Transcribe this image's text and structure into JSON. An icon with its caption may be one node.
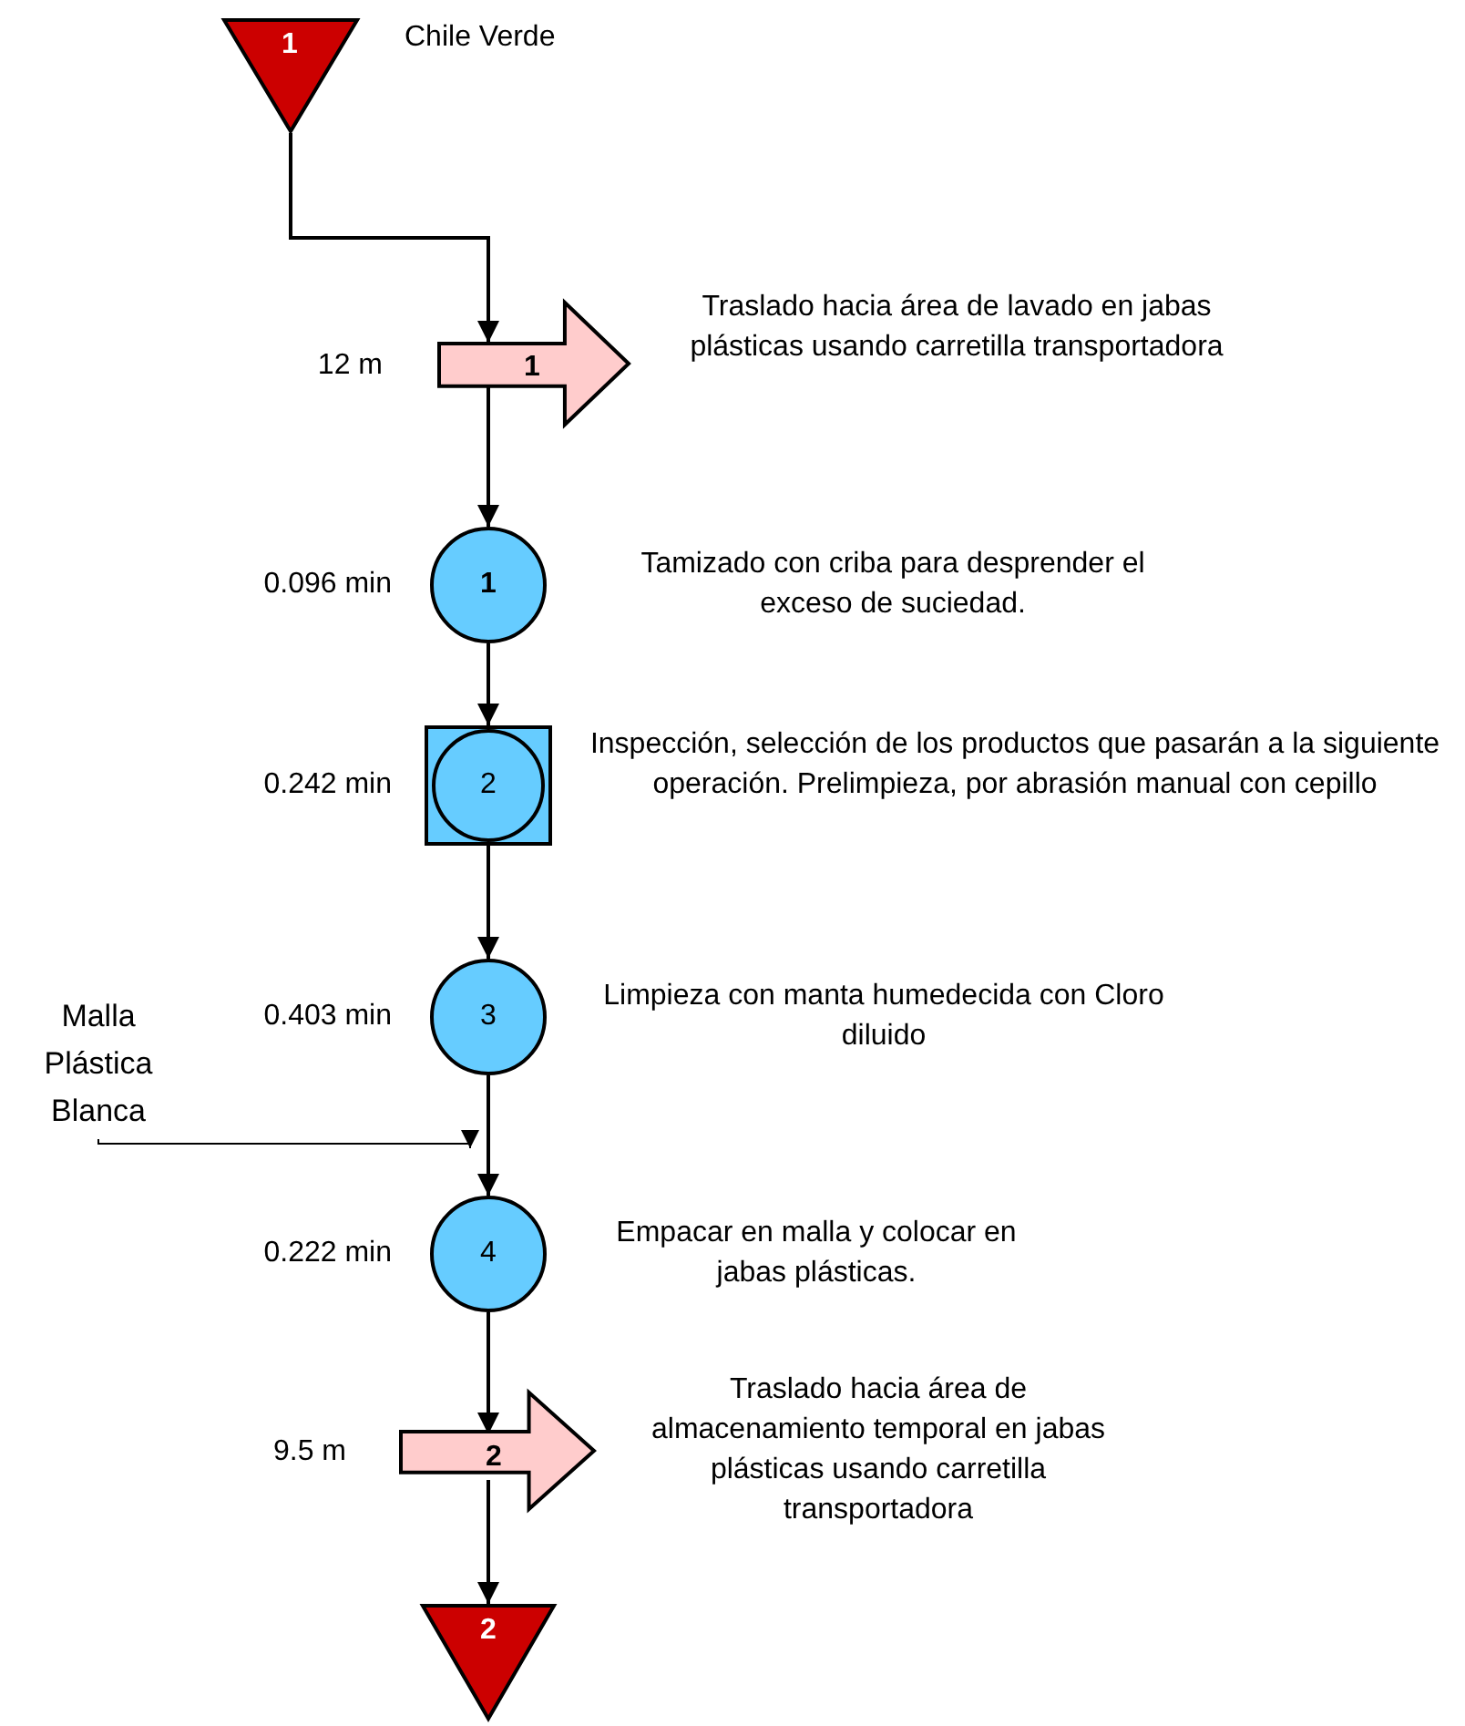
{
  "diagram": {
    "nodes": [
      {
        "text": [
          "1"
        ],
        "beside": [
          "Chile Verde"
        ]
      },
      {
        "text": [
          "1"
        ],
        "beside": [
          "12 m",
          "Traslado hacia área de lavado en jabas plásticas usando carretilla transportadora"
        ]
      },
      {
        "text": [
          "1"
        ],
        "beside": [
          "0.096 min",
          "Tamizado con criba para desprender el exceso de suciedad."
        ]
      },
      {
        "text": [
          "2"
        ],
        "beside": [
          "0.242 min",
          "Inspección, selección de los productos que pasarán a la siguiente operación. Prelimpieza, por abrasión manual con cepillo"
        ]
      },
      {
        "text": [
          "3"
        ],
        "beside": [
          "0.403 min",
          "Limpieza con manta humedecida con Cloro diluido"
        ]
      },
      {
        "text": [
          "Malla Plástica Blanca"
        ]
      },
      {
        "text": [
          "4"
        ],
        "beside": [
          "0.222 min",
          "Empacar en malla y colocar en jabas plásticas."
        ]
      },
      {
        "text": [
          "2"
        ],
        "beside": [
          "9.5 m",
          "Traslado hacia área de almacenamiento temporal en jabas plásticas usando carretilla transportadora"
        ]
      },
      {
        "text": [
          "2"
        ]
      }
    ],
    "edges": [
      {
        "from": 0,
        "to": 1,
        "arrow": "to"
      },
      {
        "from": 1,
        "to": 2,
        "arrow": "to"
      },
      {
        "from": 2,
        "to": 3,
        "arrow": "to"
      },
      {
        "from": 3,
        "to": 4,
        "arrow": "to"
      },
      {
        "from": 4,
        "to": 6,
        "arrow": "to"
      },
      {
        "from": 5,
        "to": null,
        "arrow": "to"
      },
      {
        "from": 6,
        "to": 7,
        "arrow": "to"
      },
      {
        "from": 7,
        "to": 8,
        "arrow": "to"
      }
    ]
  }
}
